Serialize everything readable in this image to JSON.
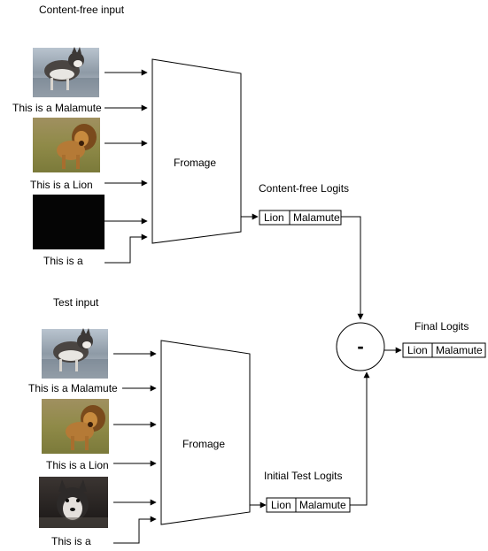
{
  "sections": {
    "content_free": {
      "title": "Content-free input",
      "model": "Fromage",
      "logits_title": "Content-free Logits",
      "captions": [
        "This is a Malamute",
        "This is a Lion",
        "This is a"
      ],
      "images": [
        "malamute-photo",
        "lion-photo",
        "black-image"
      ]
    },
    "test": {
      "title": "Test input",
      "model": "Fromage",
      "logits_title": "Initial Test Logits",
      "captions": [
        "This is a Malamute",
        "This is a Lion",
        "This is a"
      ],
      "images": [
        "malamute-photo",
        "lion-photo",
        "query-dog-photo"
      ]
    }
  },
  "logit_labels": [
    "Lion",
    "Malamute"
  ],
  "operator": "-",
  "final_title": "Final Logits",
  "colors": {
    "stroke": "#000000",
    "background": "#ffffff",
    "black_image": "#050505"
  }
}
